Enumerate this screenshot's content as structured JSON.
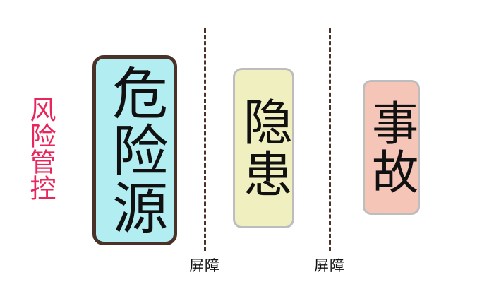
{
  "diagram": {
    "title_label": "风险管控",
    "accent_color": "#e8265c",
    "background": "#ffffff",
    "stages": [
      {
        "id": "hazard-source",
        "label": "危险源",
        "fill": "#b2edf2",
        "border": "#4a3229"
      },
      {
        "id": "hidden-danger",
        "label": "隐患",
        "fill": "#efefc0",
        "border": "#bdbdbd"
      },
      {
        "id": "accident",
        "label": "事故",
        "fill": "#f5c6b8",
        "border": "#bdbdbd"
      }
    ],
    "barriers": [
      {
        "id": "barrier-1",
        "label": "屏障",
        "color": "#4a3229"
      },
      {
        "id": "barrier-2",
        "label": "屏障",
        "color": "#4a3229"
      }
    ]
  }
}
